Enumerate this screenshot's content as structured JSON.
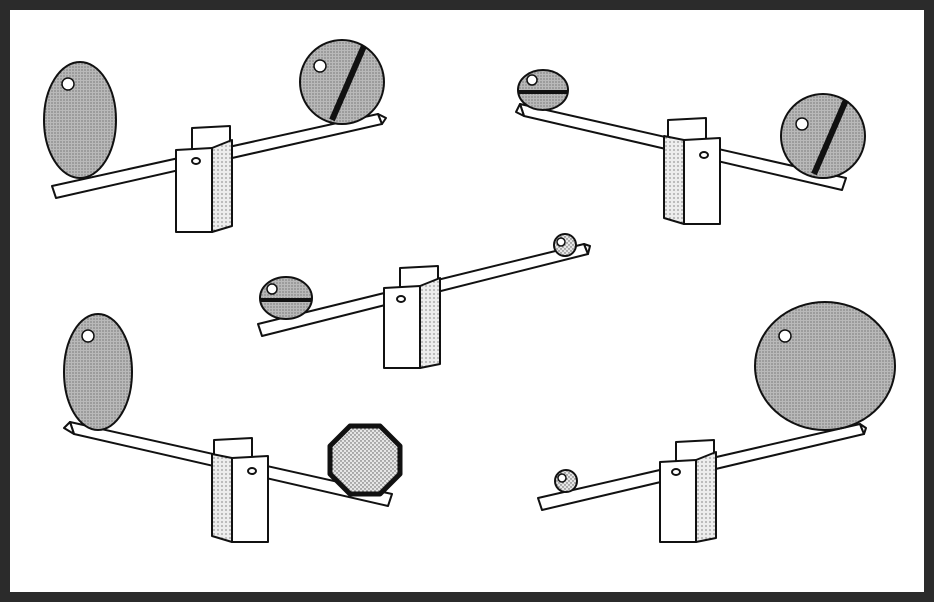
{
  "diagram": {
    "description": "",
    "colors": {
      "frame": "#2b2b2b",
      "line": "#111111",
      "fill_light": "#e3e3e3",
      "fill_gray": "#b0b0b0",
      "white": "#ffffff"
    },
    "seesaws": [
      {
        "id": "top-left",
        "left_object": "tall-ellipse",
        "right_object": "divided-circle-large",
        "heavier_side": "left"
      },
      {
        "id": "top-right",
        "left_object": "divided-circle-small",
        "right_object": "divided-circle-large",
        "heavier_side": "right"
      },
      {
        "id": "center",
        "left_object": "divided-ellipse-small",
        "right_object": "small-circle",
        "heavier_side": "left"
      },
      {
        "id": "bottom-left",
        "left_object": "tall-ellipse",
        "right_object": "octagon",
        "heavier_side": "right"
      },
      {
        "id": "bottom-right",
        "left_object": "small-circle",
        "right_object": "large-circle",
        "heavier_side": "left"
      }
    ]
  }
}
